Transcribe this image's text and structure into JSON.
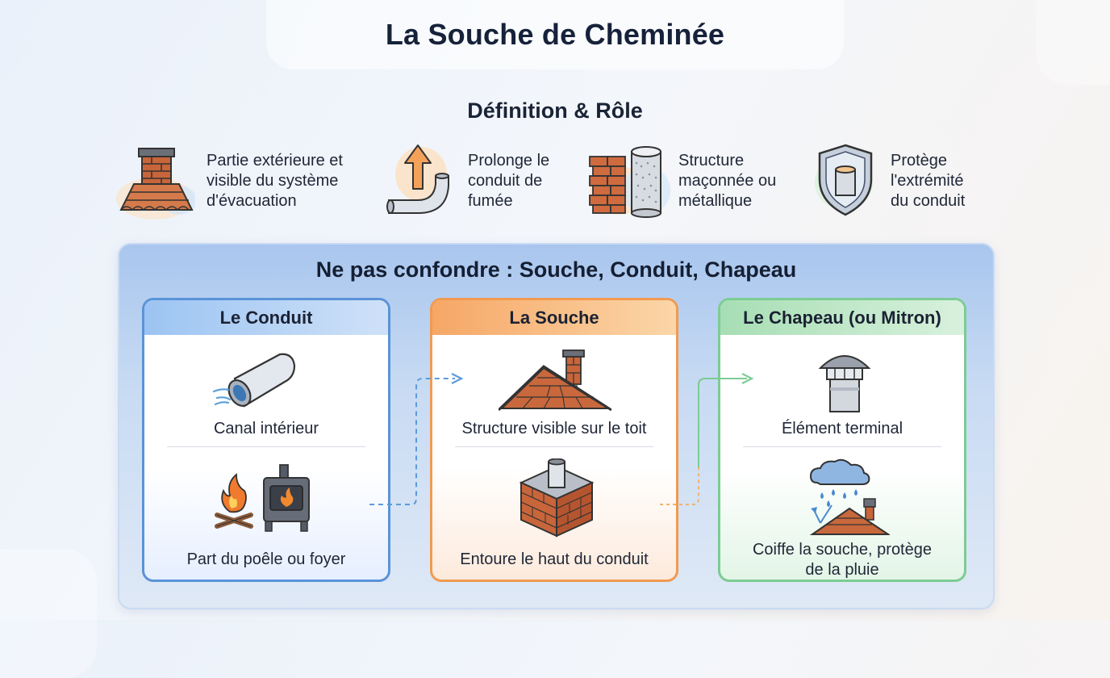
{
  "title": "La Souche de Cheminée",
  "roles_section": {
    "heading": "Définition & Rôle",
    "items": [
      {
        "icon": "chimney-stack-roof-icon",
        "lines": [
          "Partie extérieure et",
          "visible du système",
          "d'évacuation"
        ]
      },
      {
        "icon": "up-arrow-pipe-icon",
        "lines": [
          "Prolonge le",
          "conduit de",
          "fumée"
        ]
      },
      {
        "icon": "bricks-and-metal-pipe-icon",
        "lines": [
          "Structure",
          "maçonnée ou",
          "métallique"
        ]
      },
      {
        "icon": "shield-pipe-icon",
        "lines": [
          "Protège",
          "l'extrémité",
          "du conduit"
        ]
      }
    ]
  },
  "comparison": {
    "heading": "Ne pas confondre : Souche, Conduit, Chapeau",
    "cards": [
      {
        "title": "Le Conduit",
        "top_label": "Canal intérieur",
        "bottom_label": "Part du poêle ou foyer",
        "top_icon": "pipe-airflow-icon",
        "bottom_icon": "fire-and-stove-icon",
        "color": "#5a93d8"
      },
      {
        "title": "La Souche",
        "top_label": "Structure visible sur le toit",
        "bottom_label": "Entoure le haut du conduit",
        "top_icon": "roof-chimney-icon",
        "bottom_icon": "brick-stack-pipe-icon",
        "color": "#f19a51"
      },
      {
        "title": "Le Chapeau (ou Mitron)",
        "top_label": "Élément terminal",
        "bottom_label_lines": [
          "Coiffe la souche, protège",
          "de la pluie"
        ],
        "top_icon": "chimney-cap-icon",
        "bottom_icon": "rain-cloud-roof-icon",
        "color": "#7ccc93"
      }
    ]
  }
}
